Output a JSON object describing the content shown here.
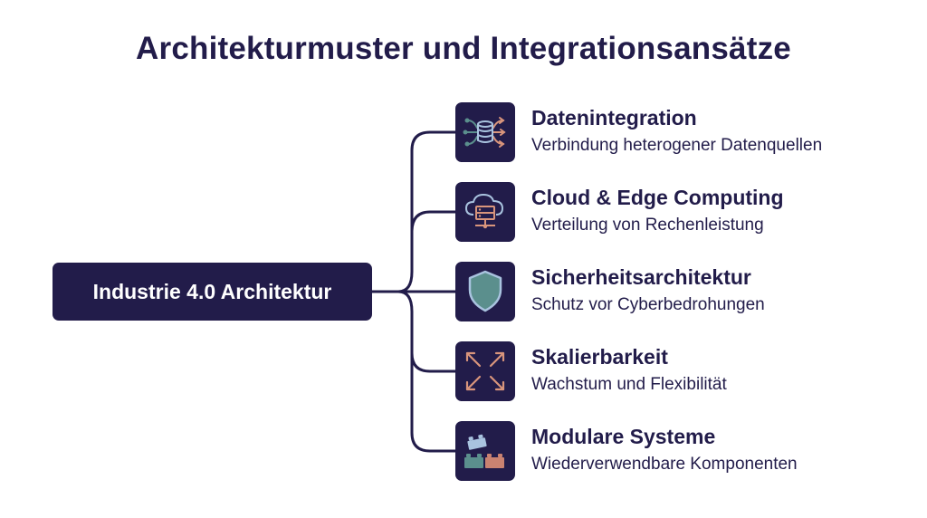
{
  "title": "Architekturmuster und Integrationsansätze",
  "root": {
    "label": "Industrie 4.0 Architektur"
  },
  "branches": [
    {
      "title": "Datenintegration",
      "description": "Verbindung heterogener Datenquellen",
      "icon": "database-integration-icon"
    },
    {
      "title": "Cloud & Edge Computing",
      "description": "Verteilung von Rechenleistung",
      "icon": "cloud-server-icon"
    },
    {
      "title": "Sicherheitsarchitektur",
      "description": "Schutz vor Cyberbedrohungen",
      "icon": "shield-icon"
    },
    {
      "title": "Skalierbarkeit",
      "description": "Wachstum und Flexibilität",
      "icon": "expand-arrows-icon"
    },
    {
      "title": "Modulare Systeme",
      "description": "Wiederverwendbare Komponenten",
      "icon": "building-blocks-icon"
    }
  ],
  "colors": {
    "primary": "#221c4a",
    "icon_teal": "#5b8f8d",
    "icon_salmon": "#d9957c",
    "icon_blue": "#a9c3df"
  }
}
